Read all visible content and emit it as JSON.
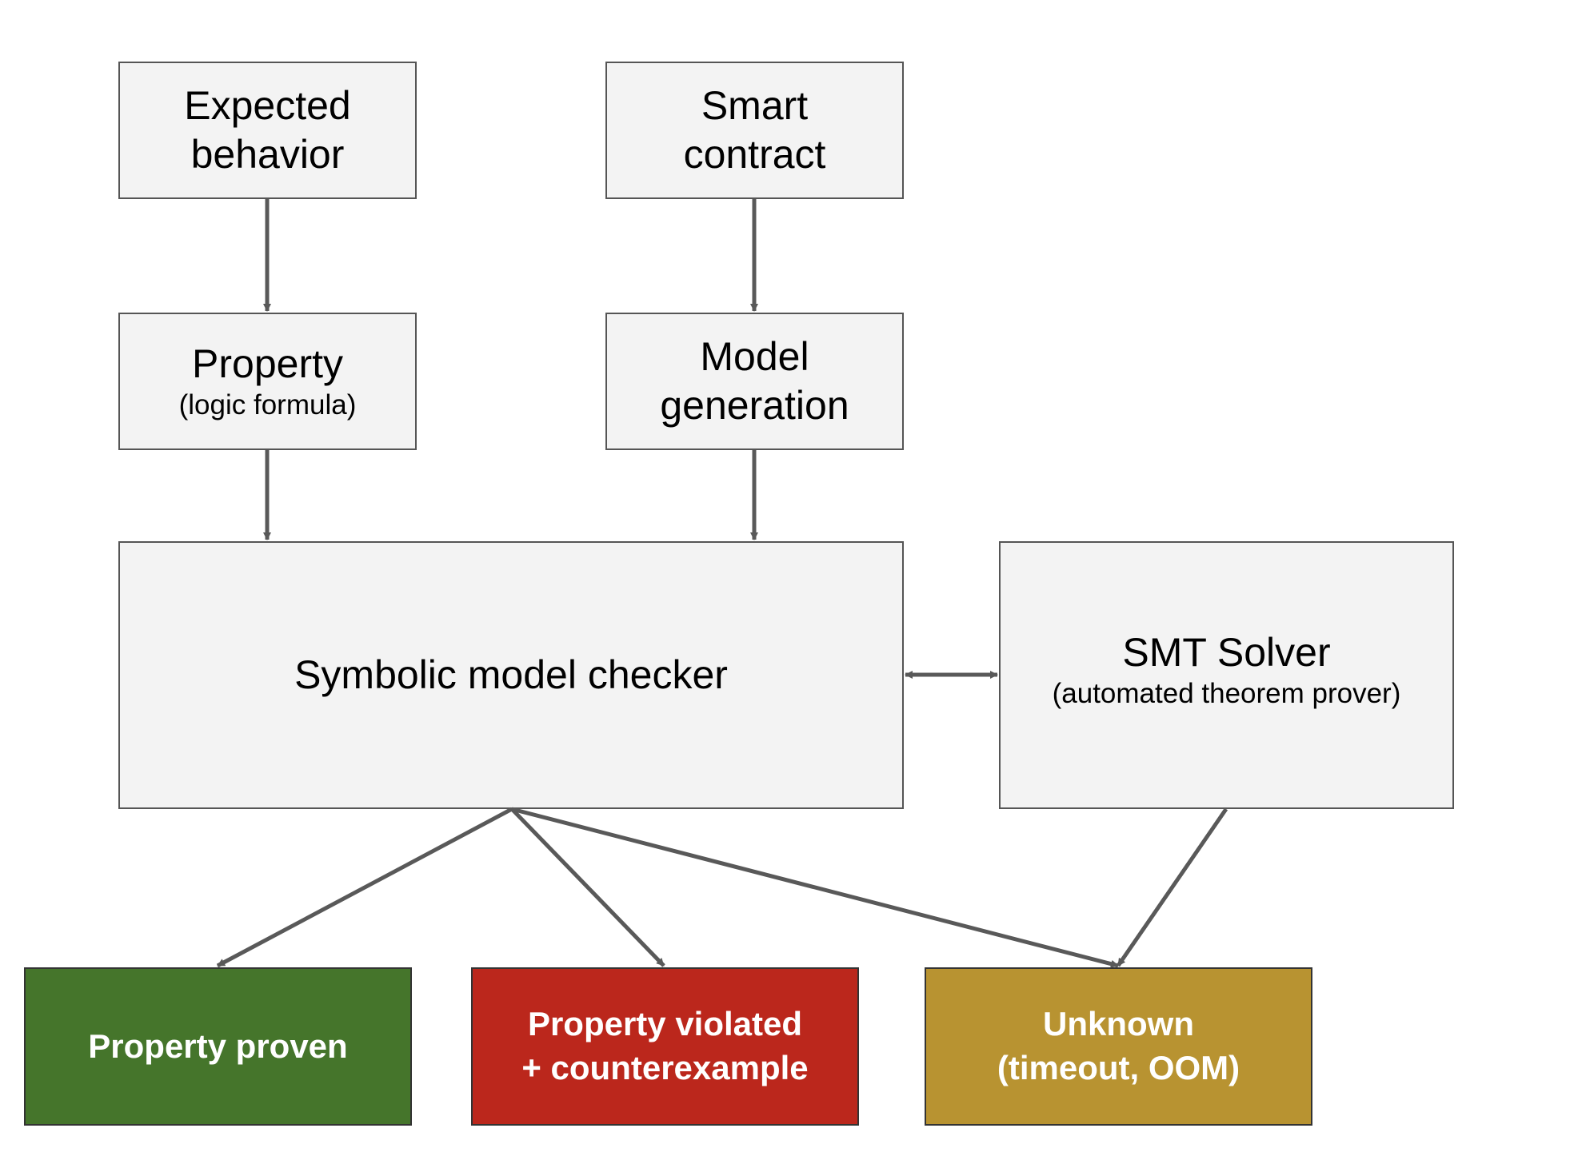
{
  "nodes": {
    "expected_behavior": {
      "lines": [
        "Expected",
        "behavior"
      ]
    },
    "smart_contract": {
      "lines": [
        "Smart",
        "contract"
      ]
    },
    "property": {
      "title": "Property",
      "subtitle": "(logic formula)"
    },
    "model_generation": {
      "lines": [
        "Model",
        "generation"
      ]
    },
    "symbolic_model_checker": {
      "title": "Symbolic model checker"
    },
    "smt_solver": {
      "title": "SMT Solver",
      "subtitle": "(automated theorem prover)"
    },
    "property_proven": {
      "lines": [
        "Property proven"
      ]
    },
    "property_violated": {
      "lines": [
        "Property violated",
        "+ counterexample"
      ]
    },
    "unknown": {
      "lines": [
        "Unknown",
        "(timeout, OOM)"
      ]
    }
  },
  "colors": {
    "box_fill": "#f3f3f3",
    "box_border": "#555555",
    "arrow": "#595959",
    "proven": "#45752b",
    "violated": "#bb271c",
    "unknown": "#b89331"
  },
  "edges": [
    {
      "from": "expected_behavior",
      "to": "property"
    },
    {
      "from": "smart_contract",
      "to": "model_generation"
    },
    {
      "from": "property",
      "to": "symbolic_model_checker"
    },
    {
      "from": "model_generation",
      "to": "symbolic_model_checker"
    },
    {
      "from": "symbolic_model_checker",
      "to": "smt_solver",
      "bidirectional": true
    },
    {
      "from": "symbolic_model_checker",
      "to": "property_proven"
    },
    {
      "from": "symbolic_model_checker",
      "to": "property_violated"
    },
    {
      "from": "symbolic_model_checker",
      "to": "unknown"
    },
    {
      "from": "smt_solver",
      "to": "unknown"
    }
  ]
}
